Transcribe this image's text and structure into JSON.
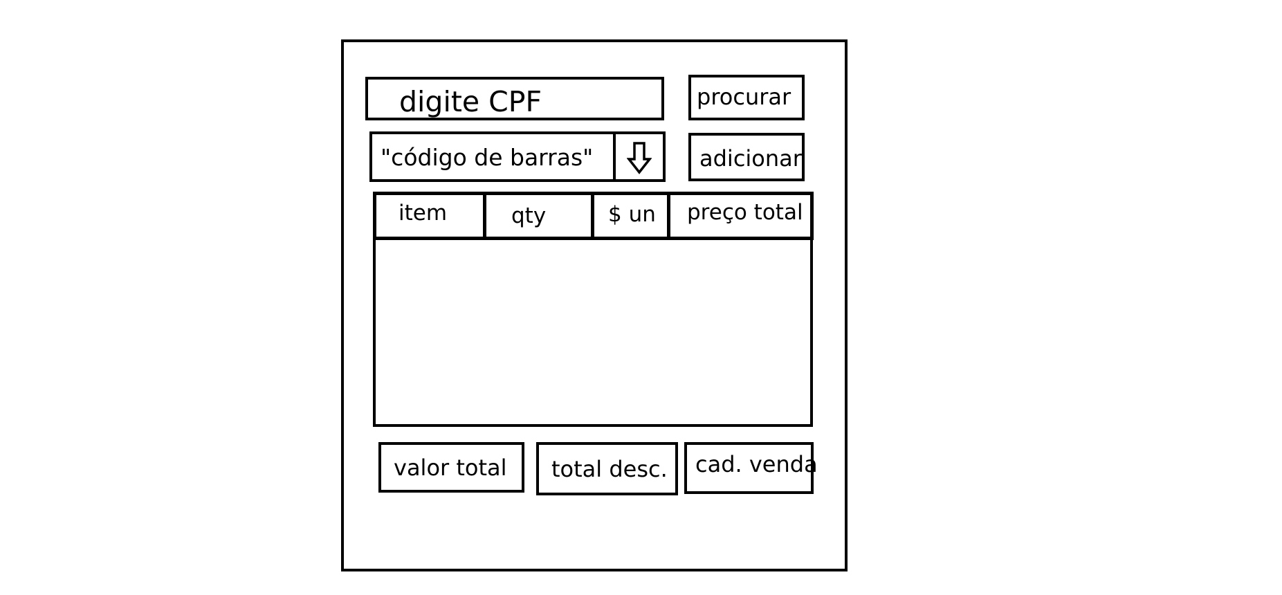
{
  "form": {
    "cpf_placeholder": "digite CPF",
    "search_label": "procurar",
    "barcode_value": "\"código de barras\"",
    "dropdown_icon": "down-arrow-icon",
    "add_label": "adicionar"
  },
  "table": {
    "columns": [
      "item",
      "qty",
      "$ un",
      "preço total"
    ],
    "rows": []
  },
  "footer": {
    "total_value_label": "valor total",
    "total_discount_label": "total desc.",
    "register_sale_label": "cad. venda"
  }
}
